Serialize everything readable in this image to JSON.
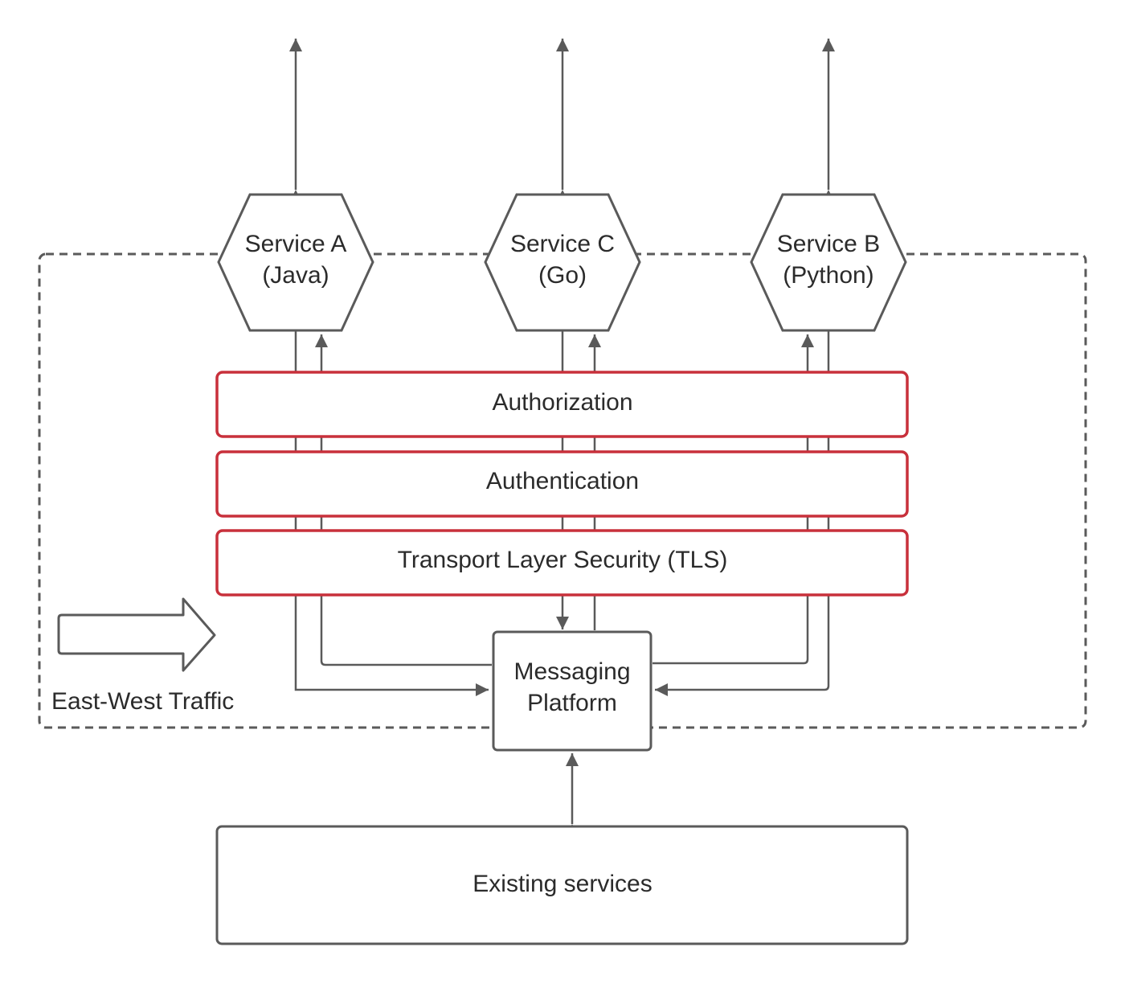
{
  "colors": {
    "line": "#5a5a5a",
    "security_layer_border": "#c8303b",
    "text": "#2b2b2b",
    "background": "#ffffff"
  },
  "services": [
    {
      "name": "Service A",
      "lang": "(Java)"
    },
    {
      "name": "Service C",
      "lang": "(Go)"
    },
    {
      "name": "Service B",
      "lang": "(Python)"
    }
  ],
  "security_layers": [
    {
      "label": "Authorization"
    },
    {
      "label": "Authentication"
    },
    {
      "label": "Transport Layer Security (TLS)"
    }
  ],
  "messaging_platform": {
    "line1": "Messaging",
    "line2": "Platform"
  },
  "traffic": {
    "label": "East-West Traffic"
  },
  "existing_services": {
    "label": "Existing services"
  }
}
